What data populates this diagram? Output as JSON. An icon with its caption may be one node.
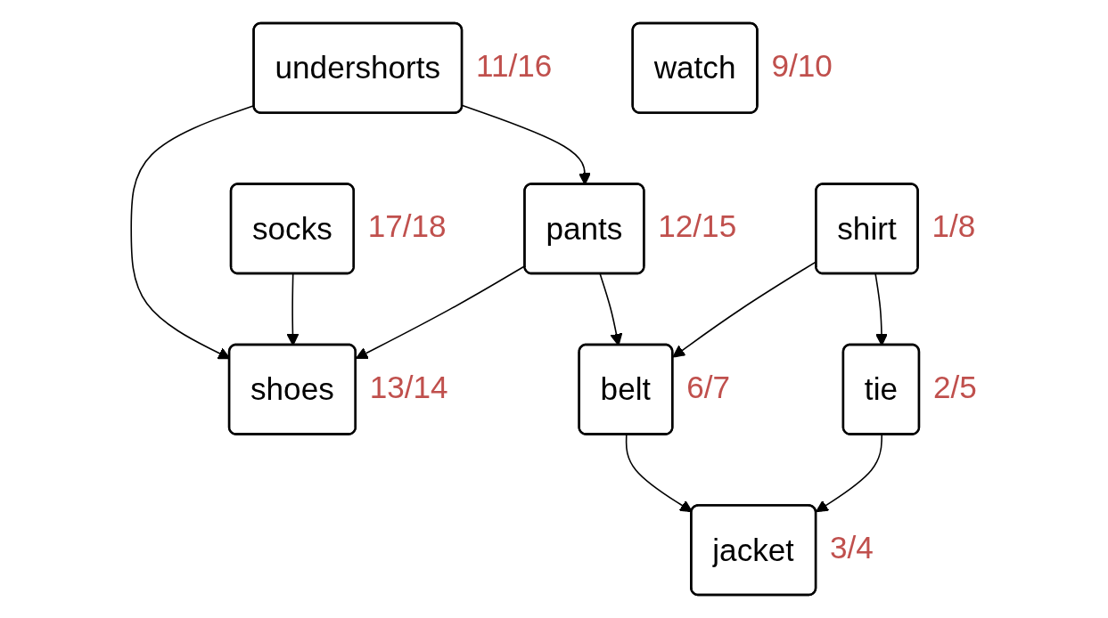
{
  "diagram": {
    "nodes": [
      {
        "text": [
          "undershorts"
        ],
        "beside": [
          "11/16"
        ]
      },
      {
        "text": [
          "socks"
        ],
        "beside": [
          "17/18"
        ]
      },
      {
        "text": [
          "watch"
        ],
        "beside": [
          "9/10"
        ]
      },
      {
        "text": [
          "pants"
        ],
        "beside": [
          "12/15"
        ]
      },
      {
        "text": [
          "shoes"
        ],
        "beside": [
          "13/14"
        ]
      },
      {
        "text": [
          "belt"
        ],
        "beside": [
          "6/7"
        ]
      },
      {
        "text": [
          "shirt"
        ],
        "beside": [
          "1/8"
        ]
      },
      {
        "text": [
          "tie"
        ],
        "beside": [
          "2/5"
        ]
      },
      {
        "text": [
          "jacket"
        ],
        "beside": [
          "3/4"
        ]
      }
    ],
    "edges": [
      {
        "from": 0,
        "to": 3,
        "arrow": "to"
      },
      {
        "from": 0,
        "to": 4,
        "arrow": "to"
      },
      {
        "from": 1,
        "to": 4,
        "arrow": "to"
      },
      {
        "from": 3,
        "to": 4,
        "arrow": "to"
      },
      {
        "from": 3,
        "to": 5,
        "arrow": "to"
      },
      {
        "from": 6,
        "to": 5,
        "arrow": "to"
      },
      {
        "from": 5,
        "to": 8,
        "arrow": "to"
      },
      {
        "from": 6,
        "to": 7,
        "arrow": "to"
      },
      {
        "from": 7,
        "to": 8,
        "arrow": "to"
      }
    ]
  }
}
